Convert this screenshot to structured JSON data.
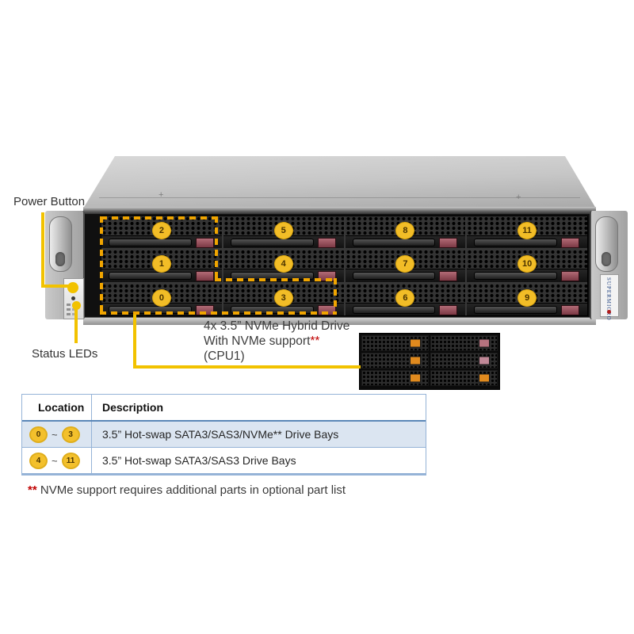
{
  "colors": {
    "annotation_yellow": "#f2c200",
    "dashed_outline_orange": "#f0a500",
    "bay_badge_yellow": "#f2bd27",
    "table_border_blue": "#95b3d7",
    "table_row_blue": "#dbe5f1",
    "footnote_red": "#c00000",
    "drive_latch_maroon": "#9c5560"
  },
  "labels": {
    "power_button": "Power Button",
    "status_leds": "Status LEDs"
  },
  "callout": {
    "line1": "4x 3.5” NVMe Hybrid Drive",
    "line2_text": "With NVMe support",
    "asterisks": "**",
    "line3": "(CPU1)"
  },
  "chassis": {
    "brand": "SUPERMICRO",
    "bay_numbers": [
      "2",
      "5",
      "8",
      "11",
      "1",
      "4",
      "7",
      "10",
      "0",
      "3",
      "6",
      "9"
    ]
  },
  "inset": {
    "latch_colors": [
      "#e08a1e",
      "#b5737f",
      "#e08a1e",
      "#c08897",
      "#e08a1e",
      "#e08a1e"
    ]
  },
  "table": {
    "headers": [
      "Location",
      "Description"
    ],
    "rows": [
      {
        "from": "0",
        "tilde": "~",
        "to": "3",
        "description": "3.5” Hot-swap SATA3/SAS3/NVMe**  Drive Bays"
      },
      {
        "from": "4",
        "tilde": "~",
        "to": "11",
        "description": "3.5” Hot-swap SATA3/SAS3 Drive Bays"
      }
    ]
  },
  "footnote": {
    "asterisks": "**",
    "text": "NVMe support requires additional parts in optional part list"
  }
}
